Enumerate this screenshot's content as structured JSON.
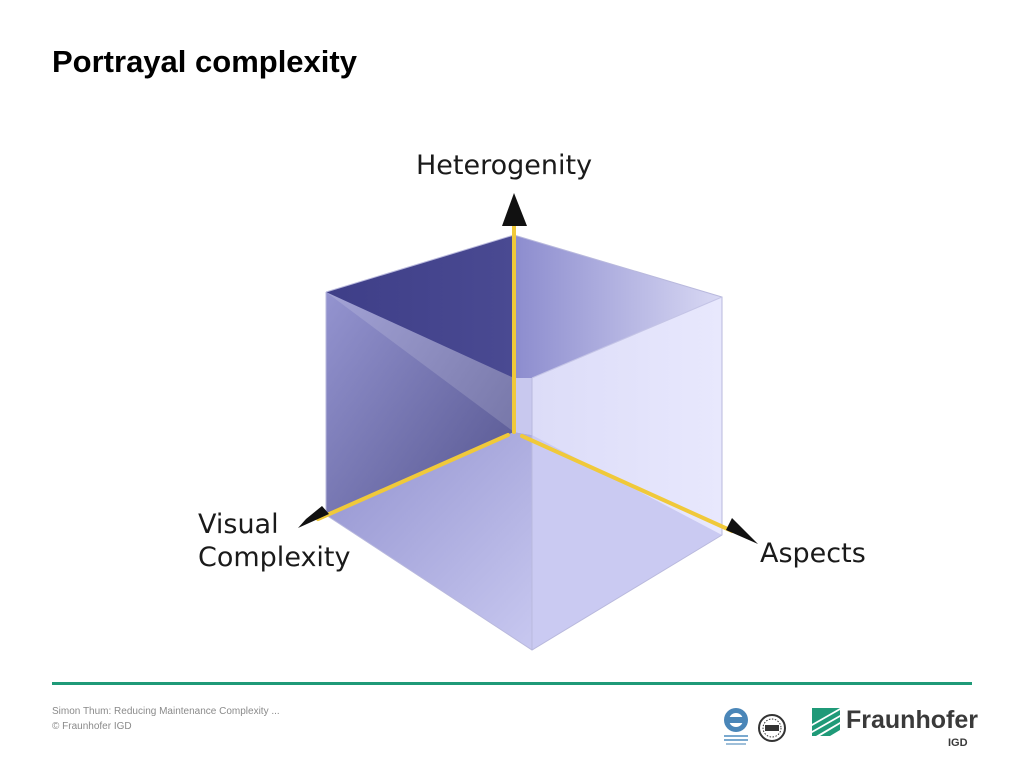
{
  "slide": {
    "title": "Portrayal complexity"
  },
  "diagram": {
    "axes": {
      "heterogenity": "Heterogenity",
      "visual_line1": "Visual",
      "visual_line2": "Complexity",
      "aspects": "Aspects"
    },
    "colors": {
      "axis": "#f0c93a",
      "cube_dark": "#45458c",
      "cube_mid": "#8f8fcc",
      "cube_light": "#e4e4fb",
      "arrow": "#111111"
    }
  },
  "footer": {
    "line1": "Simon Thum: Reducing Maintenance Complexity ...",
    "line2": "© Fraunhofer IGD",
    "brand": "Fraunhofer",
    "brand_sub": "IGD",
    "rule_color": "#1f9a78"
  }
}
